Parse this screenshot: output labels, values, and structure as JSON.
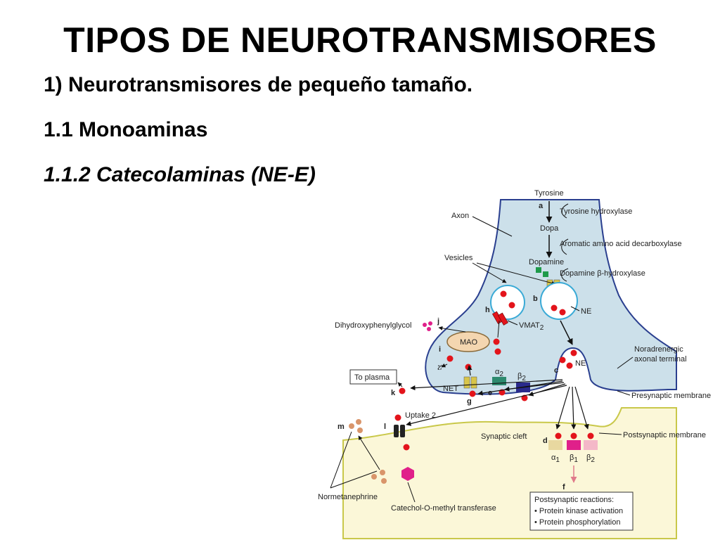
{
  "title": "TIPOS DE NEUROTRANSMISORES",
  "bullets": [
    "1)  Neurotransmisores de pequeño tamaño.",
    "1.1 Monoaminas",
    "1.1.2 Catecolaminas (NE-E)"
  ],
  "diagram": {
    "letters": {
      "a": "a",
      "b": "b",
      "c": "c",
      "d": "d",
      "e": "e",
      "f": "f",
      "g": "g",
      "h": "h",
      "i": "i",
      "j": "j",
      "k": "k",
      "l": "l",
      "m": "m"
    },
    "synthesis": {
      "tyrosine": "Tyrosine",
      "tyrosine_hydroxylase": "Tyrosine hydroxylase",
      "dopa": "Dopa",
      "aadc": "Aromatic amino acid decarboxylase",
      "dopamine": "Dopamine",
      "dbh": "Dopamine β-hydroxylase"
    },
    "labels": {
      "axon": "Axon",
      "vesicles": "Vesicles",
      "ne_vesicle": "NE",
      "ne_release": "NE",
      "vmat2": "VMAT",
      "vmat2_sub": "2",
      "mao": "MAO",
      "dhpg": "Dihydroxyphenylglycol",
      "to_plasma": "To plasma",
      "net": "NET",
      "alpha2": "α",
      "alpha2_sub": "2",
      "beta2_pre": "β",
      "beta2_pre_sub": "2",
      "uptake2": "Uptake 2",
      "synaptic_cleft": "Synaptic cleft",
      "terminal_1": "Noradrenergic",
      "terminal_2": "axonal terminal",
      "presynaptic": "Presynaptic membrane",
      "postsynaptic": "Postsynaptic membrane",
      "alpha1": "α",
      "alpha1_sub": "1",
      "beta1": "β",
      "beta1_sub": "1",
      "beta2_post": "β",
      "beta2_post_sub": "2",
      "normetanephrine": "Normetanephrine",
      "comt": "Catechol-O-methyl transferase",
      "post_reactions_title": "Postsynaptic reactions:",
      "post_reaction_1": "• Protein kinase activation",
      "post_reaction_2": "• Protein phosphorylation"
    },
    "colors": {
      "neuron_fill": "#cce0ea",
      "neuron_stroke": "#2a3f8f",
      "post_fill": "#fbf7d8",
      "post_stroke": "#c9c84a",
      "ne_dot": "#e3141b",
      "dopamine_square": "#1e9a4a",
      "mao_fill": "#f4d6b0",
      "mao_stroke": "#8a6a3a",
      "alpha2_receptor": "#2d8a6e",
      "beta2_receptor": "#2a2a8c",
      "net_transporter": "#d8c54a",
      "alpha1_receptor": "#e8d8a0",
      "beta1_receptor": "#e0208a",
      "beta2_post_receptor": "#f4b8c8",
      "comt_hex": "#e0208a",
      "metabolite": "#d9956a"
    }
  }
}
